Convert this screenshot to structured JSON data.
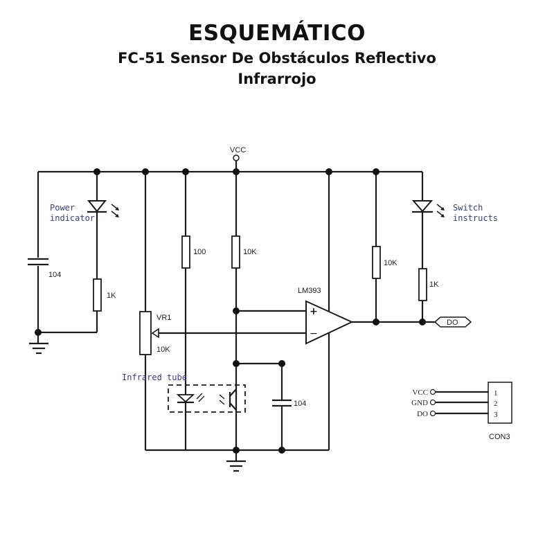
{
  "header": {
    "title": "ESQUEMÁTICO",
    "subtitle_line1": "FC-51 Sensor De Obstáculos Reflectivo",
    "subtitle_line2": "Infrarrojo"
  },
  "schematic": {
    "supply_label": "VCC",
    "power_led_note_line1": "Power",
    "power_led_note_line2": "indicator",
    "switch_led_note_line1": "Switch",
    "switch_led_note_line2": "instructs",
    "infrared_note": "Infrared tube",
    "components": {
      "c_left": "104",
      "r_power_led": "1K",
      "r_100": "100",
      "r_pullup_sensor": "10K",
      "pot_name": "VR1",
      "pot_value": "10K",
      "comparator": "LM393",
      "comparator_plus": "+",
      "comparator_minus": "−",
      "r_pullup_output": "10K",
      "r_switch_led": "1K",
      "c_sensor": "104",
      "output_net": "DO"
    },
    "connector": {
      "name": "CON3",
      "pins": [
        {
          "signal": "VCC",
          "number": "1"
        },
        {
          "signal": "GND",
          "number": "2"
        },
        {
          "signal": "DO",
          "number": "3"
        }
      ]
    }
  }
}
